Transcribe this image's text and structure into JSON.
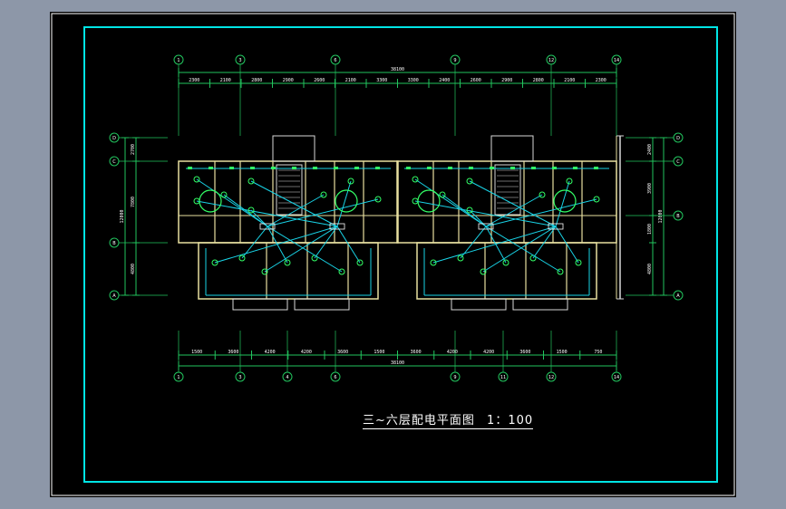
{
  "drawing": {
    "title": "三~六层配电平面图",
    "scale": "1：100",
    "colors": {
      "background": "#000000",
      "frame": "#00e5e5",
      "dimension": "#22c55e",
      "wall": "#e8e0a0",
      "wiring": "#19d3e6",
      "fixture": "#33ff66",
      "text": "#ffffff",
      "outer_border": "#ffffff"
    },
    "top_axes": [
      "1",
      "3",
      "6",
      "9",
      "12",
      "14"
    ],
    "bottom_axes": [
      "1",
      "3",
      "4",
      "6",
      "9",
      "11",
      "12",
      "14"
    ],
    "left_axes": [
      "D",
      "C",
      "B",
      "A"
    ],
    "right_axes": [
      "D",
      "C",
      "B",
      "A"
    ],
    "top_dims": [
      "2300",
      "2100",
      "2800",
      "2900",
      "2600",
      "2100",
      "3300",
      "3300",
      "2400",
      "2600",
      "2900",
      "2800",
      "2100",
      "2300"
    ],
    "bottom_dims": [
      "1500",
      "3600",
      "4200",
      "4200",
      "3600",
      "1500",
      "3600",
      "4200",
      "4200",
      "3600",
      "1500",
      "750"
    ],
    "overall_dim": "38100",
    "left_dims": [
      "2700",
      "7800",
      "4800",
      "12000"
    ],
    "right_dims": [
      "2400",
      "3900",
      "1800",
      "4800"
    ]
  }
}
